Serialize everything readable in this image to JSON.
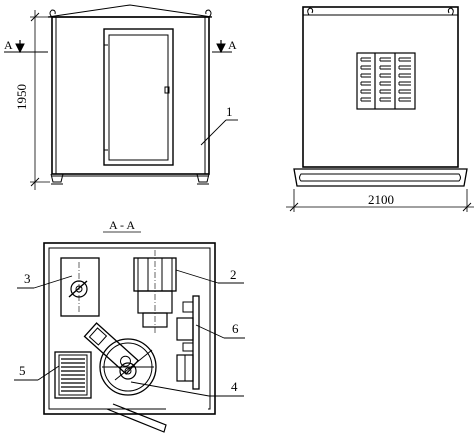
{
  "front_view": {
    "height_dimension": "1950",
    "section_mark": "A",
    "callout_1": "1"
  },
  "rear_view": {
    "width_dimension": "2100"
  },
  "section_view": {
    "title": "A - A",
    "callouts": {
      "c2": "2",
      "c3": "3",
      "c4": "4",
      "c5": "5",
      "c6": "6"
    }
  }
}
